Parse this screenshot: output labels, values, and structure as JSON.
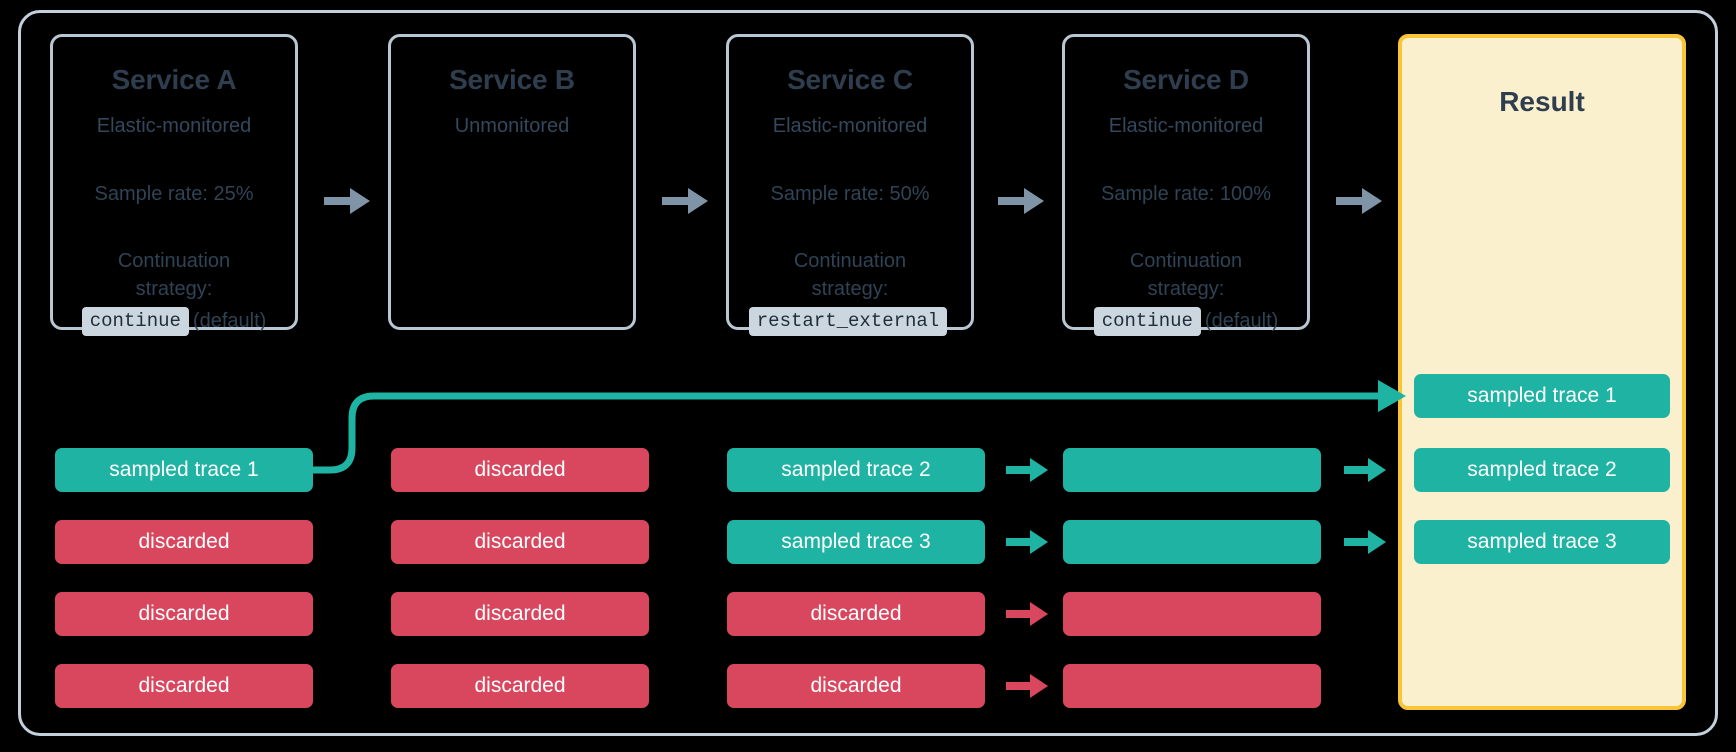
{
  "frame": {
    "border_color": "#c4d0dc"
  },
  "palette": {
    "sampled": "#1fb3a4",
    "discarded": "#d9475f",
    "result_bg": "#fbf0ce",
    "result_border": "#f7c536",
    "service_border": "#b9c7d4",
    "text_dark": "#2f3e4f",
    "arrow_gray": "#7f94a7",
    "badge_bg": "#ccd6de"
  },
  "services": [
    {
      "id": "service-a",
      "title": "Service A",
      "monitoring": "Elastic-monitored",
      "sample_rate": "Sample rate: 25%",
      "strategy_label_line1": "Continuation",
      "strategy_label_line2": "strategy:",
      "strategy_value": "continue",
      "strategy_note": "(default)"
    },
    {
      "id": "service-b",
      "title": "Service B",
      "monitoring": "Unmonitored",
      "sample_rate": "",
      "strategy_label_line1": "",
      "strategy_label_line2": "",
      "strategy_value": "",
      "strategy_note": ""
    },
    {
      "id": "service-c",
      "title": "Service C",
      "monitoring": "Elastic-monitored",
      "sample_rate": "Sample rate: 50%",
      "strategy_label_line1": "Continuation",
      "strategy_label_line2": "strategy:",
      "strategy_value": "restart_external",
      "strategy_note": ""
    },
    {
      "id": "service-d",
      "title": "Service D",
      "monitoring": "Elastic-monitored",
      "sample_rate": "Sample rate: 100%",
      "strategy_label_line1": "Continuation",
      "strategy_label_line2": "strategy:",
      "strategy_value": "continue",
      "strategy_note": "(default)"
    }
  ],
  "result": {
    "title": "Result"
  },
  "columns": {
    "a": [
      {
        "label": "sampled trace 1",
        "state": "sampled"
      },
      {
        "label": "discarded",
        "state": "discarded"
      },
      {
        "label": "discarded",
        "state": "discarded"
      },
      {
        "label": "discarded",
        "state": "discarded"
      }
    ],
    "b": [
      {
        "label": "discarded",
        "state": "discarded"
      },
      {
        "label": "discarded",
        "state": "discarded"
      },
      {
        "label": "discarded",
        "state": "discarded"
      },
      {
        "label": "discarded",
        "state": "discarded"
      }
    ],
    "c": [
      {
        "label": "sampled trace 2",
        "state": "sampled"
      },
      {
        "label": "sampled trace 3",
        "state": "sampled"
      },
      {
        "label": "discarded",
        "state": "discarded"
      },
      {
        "label": "discarded",
        "state": "discarded"
      }
    ],
    "d": [
      {
        "label": "",
        "state": "sampled"
      },
      {
        "label": "",
        "state": "sampled"
      },
      {
        "label": "",
        "state": "discarded"
      },
      {
        "label": "",
        "state": "discarded"
      }
    ],
    "result": [
      {
        "label": "sampled trace 1",
        "state": "sampled"
      },
      {
        "label": "sampled trace 2",
        "state": "sampled"
      },
      {
        "label": "sampled trace 3",
        "state": "sampled"
      }
    ]
  },
  "connectors": {
    "service_arrows": [
      "arrow-right-icon",
      "arrow-right-icon",
      "arrow-right-icon",
      "arrow-right-icon"
    ],
    "row_arrows_c_to_d": [
      "arrow-right-icon",
      "arrow-right-icon",
      "arrow-right-icon",
      "arrow-right-icon"
    ],
    "row_arrows_d_to_result": [
      "arrow-right-icon",
      "arrow-right-icon"
    ],
    "curved": "curved-arrow-trace1-to-result"
  }
}
